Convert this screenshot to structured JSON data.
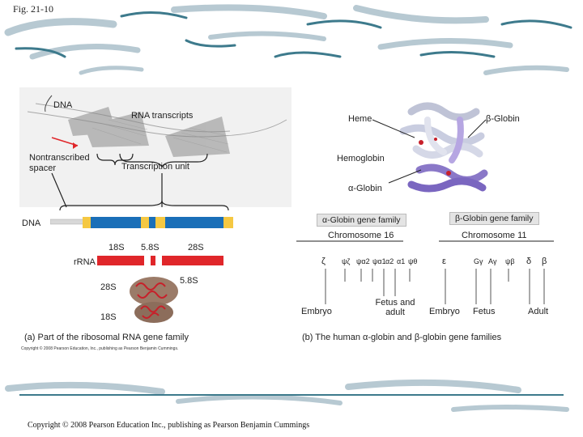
{
  "figure_label": "Fig. 21-10",
  "panel_a": {
    "dna_label": "DNA",
    "rna_transcripts_label": "RNA transcripts",
    "nontranscribed_spacer_label": "Nontranscribed spacer",
    "transcription_unit_label": "Transcription unit",
    "dna_bar_label": "DNA",
    "label_18s": "18S",
    "label_5_8s": "5.8S",
    "label_28s": "28S",
    "rrna_label": "rRNA",
    "ribosome_label_28s": "28S",
    "ribosome_label_5_8s": "5.8S",
    "ribosome_label_18s": "18S",
    "caption": "(a) Part of the ribosomal RNA gene family",
    "small_copyright": "Copyright © 2008 Pearson Education, Inc., publishing as Pearson Benjamin Cummings."
  },
  "panel_b": {
    "heme_label": "Heme",
    "beta_globin_label": "β-Globin",
    "hemoglobin_label": "Hemoglobin",
    "alpha_globin_label": "α-Globin",
    "alpha_family_label": "α-Globin gene family",
    "beta_family_label": "β-Globin gene family",
    "chromosome_16": "Chromosome 16",
    "chromosome_11": "Chromosome 11",
    "alpha_genes": [
      "ζ",
      "ψζ",
      "ψα2",
      "ψα1",
      "α2",
      "α1",
      "ψθ"
    ],
    "beta_genes": [
      "ε",
      "Gγ",
      "Aγ",
      "ψβ",
      "δ",
      "β"
    ],
    "stage_embryo_a": "Embryo",
    "stage_fetus_adult": "Fetus and adult",
    "stage_embryo_b": "Embryo",
    "stage_fetus": "Fetus",
    "stage_adult": "Adult",
    "caption": "(b) The human α-globin and β-globin gene families"
  },
  "copyright": "Copyright © 2008 Pearson Education Inc., publishing as Pearson Benjamin Cummings",
  "colors": {
    "accent_blue": "#1a6fb8",
    "accent_yellow": "#f5c842",
    "rrna_red": "#e0262a",
    "background_teal": "#3d7a8c",
    "background_light": "#b7c9d2",
    "gene_box": "#e4e4e4"
  }
}
